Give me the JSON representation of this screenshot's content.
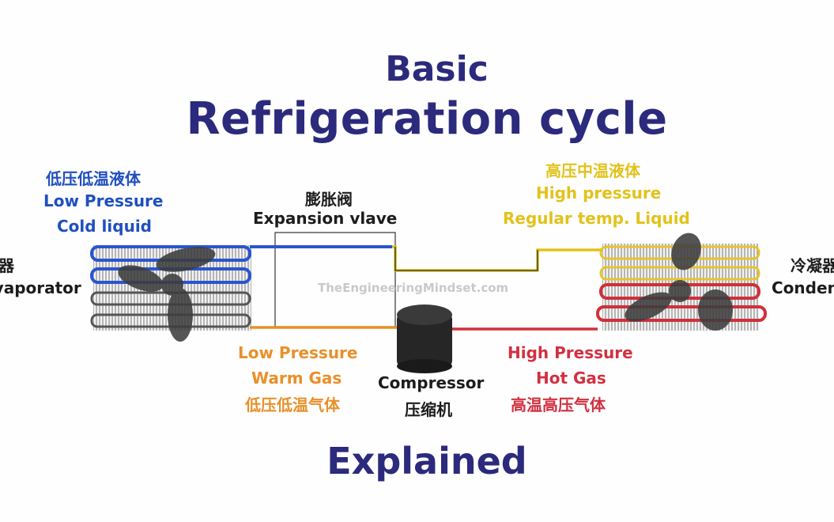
{
  "title": {
    "line1": "Basic",
    "line2": "Refrigeration cycle",
    "line3": "Explained"
  },
  "labels": {
    "evaporator_cn": "蒸发器",
    "evaporator_en": "Evaporator",
    "cold_liquid_cn": "低压低温液体",
    "cold_liquid_en1": "Low Pressure",
    "cold_liquid_en2": "Cold liquid",
    "expansion_cn": "膨胀阀",
    "expansion_en": "Expansion vlave",
    "reg_liquid_cn": "高压中温液体",
    "reg_liquid_en1": "High pressure",
    "reg_liquid_en2": "Regular temp. Liquid",
    "condenser_cn": "冷凝器",
    "condenser_en": "Condenser",
    "warm_gas_en1": "Low Pressure",
    "warm_gas_en2": "Warm Gas",
    "warm_gas_cn": "低压低温气体",
    "compressor_en": "Compressor",
    "compressor_cn": "压缩机",
    "hot_gas_en1": "High Pressure",
    "hot_gas_en2": "Hot Gas",
    "hot_gas_cn": "高温高压气体"
  },
  "watermark": "TheEngineeringMindset.com",
  "colors": {
    "title": "#2b2a7c",
    "cold_liquid": "#1f4fbf",
    "regular_liquid": "#e2c21a",
    "warm_gas": "#e8902a",
    "hot_gas": "#d23040"
  }
}
